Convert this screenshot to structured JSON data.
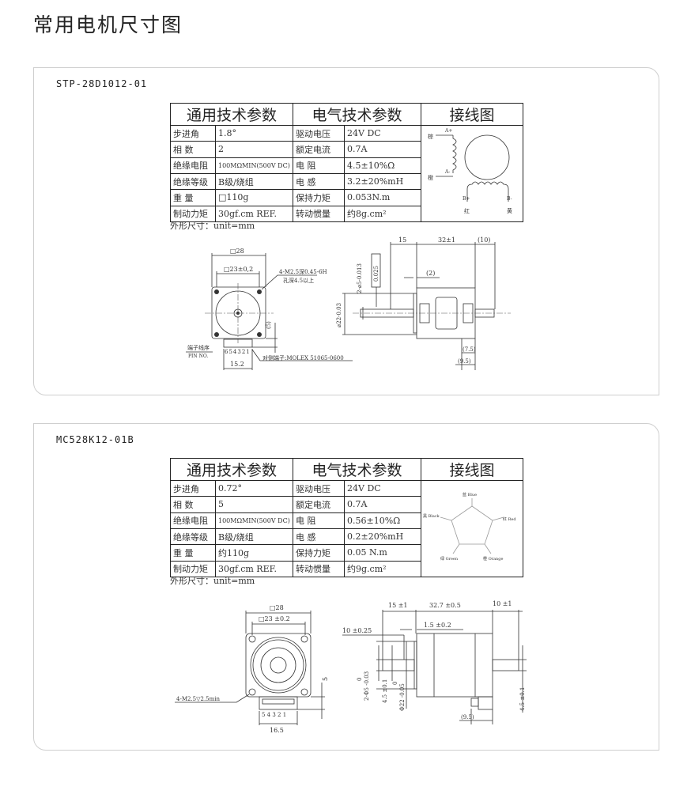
{
  "page_title": "常用电机尺寸图",
  "motors": [
    {
      "model": "STP-28D1012-01",
      "table": {
        "headers": [
          "通用技术参数",
          "电气技术参数",
          "接线图"
        ],
        "rows": [
          [
            "步进角",
            "1.8°",
            "驱动电压",
            "24V DC"
          ],
          [
            "相 数",
            "2",
            "额定电流",
            "0.7A"
          ],
          [
            "绝缘电阻",
            "100MΩMIN(500V DC)",
            "电 阻",
            "4.5±10%Ω"
          ],
          [
            "绝缘等级",
            "B级/绕组",
            "电 感",
            "3.2±20%mH"
          ],
          [
            "重 量",
            "□110g",
            "保持力矩",
            "0.053N.m"
          ],
          [
            "制动力矩",
            "30gf.cm REF.",
            "转动惯量",
            "约8g.cm²"
          ]
        ],
        "wiring": {
          "a_plus": "A+",
          "a_minus": "A-",
          "brown": "棕",
          "orange": "橙",
          "red": "红",
          "yellow": "黄",
          "b_plus": "B+",
          "b_minus": "B-"
        }
      },
      "caption": "外形尺寸：unit=mm",
      "drawing": {
        "square": "□28",
        "bolt": "□23±0,2",
        "hole_note_1": "4-M2.5深0.45-6H",
        "hole_note_2": "孔深4.5以上",
        "pin_order": "端子线序",
        "pin_no": "PIN NO.",
        "pins": "654321",
        "connector_width": "15.2",
        "connector_offset": "(5)",
        "connector_note": "对侧端子:MOLEX 51065-0600",
        "dim_shaft": "15",
        "dim_body": "32±1",
        "dim_rear": "(10)",
        "dim_flange": "(2)",
        "runout": "0.025",
        "shaft_dia": "2-⌀5-0.013",
        "pilot_dia": "⌀22-0.03",
        "dim_75": "(7.5)",
        "dim_95": "(9.5)"
      }
    },
    {
      "model": "MC528K12-01B",
      "table": {
        "headers": [
          "通用技术参数",
          "电气技术参数",
          "接线图"
        ],
        "rows": [
          [
            "步进角",
            "0.72°",
            "驱动电压",
            "24V DC"
          ],
          [
            "相 数",
            "5",
            "额定电流",
            "0.7A"
          ],
          [
            "绝缘电阻",
            "100MΩMIN(500V DC)",
            "电 阻",
            "0.56±10%Ω"
          ],
          [
            "绝缘等级",
            "B级/绕组",
            "电 感",
            "0.2±20%mH"
          ],
          [
            "重 量",
            "约110g",
            "保持力矩",
            "0.05 N.m"
          ],
          [
            "制动力矩",
            "30gf.cm REF.",
            "转动惯量",
            "约9g.cm²"
          ]
        ],
        "wiring": {
          "blue": "蓝 Blue",
          "red": "红 Red",
          "orange": "橙 Orange",
          "green": "绿 Green",
          "black": "黑 Black"
        }
      },
      "caption": "外形尺寸：unit=mm",
      "drawing": {
        "square": "□28",
        "bolt": "□23 ±0.2",
        "hole_note": "4-M2.5▽2.5min",
        "pins": "5 4 3 2 1",
        "connector_width": "16.5",
        "connector_offset": "5",
        "dim_shaft": "15 ±1",
        "dim_body": "32.7 ±0.5",
        "dim_rear": "10 ±1",
        "dim_flange": "1.5 ±0.2",
        "dim_flat": "10 ±0.25",
        "shaft_dia": "2-Φ5 -0.03",
        "shaft_tol_top": "0",
        "flat_front": "4.5 ±0.1",
        "pilot_dia": "Φ22 -0.05",
        "pilot_tol_top": "0",
        "flat_rear": "4.5 ±0.1",
        "dim_95": "(9.5)"
      }
    }
  ]
}
